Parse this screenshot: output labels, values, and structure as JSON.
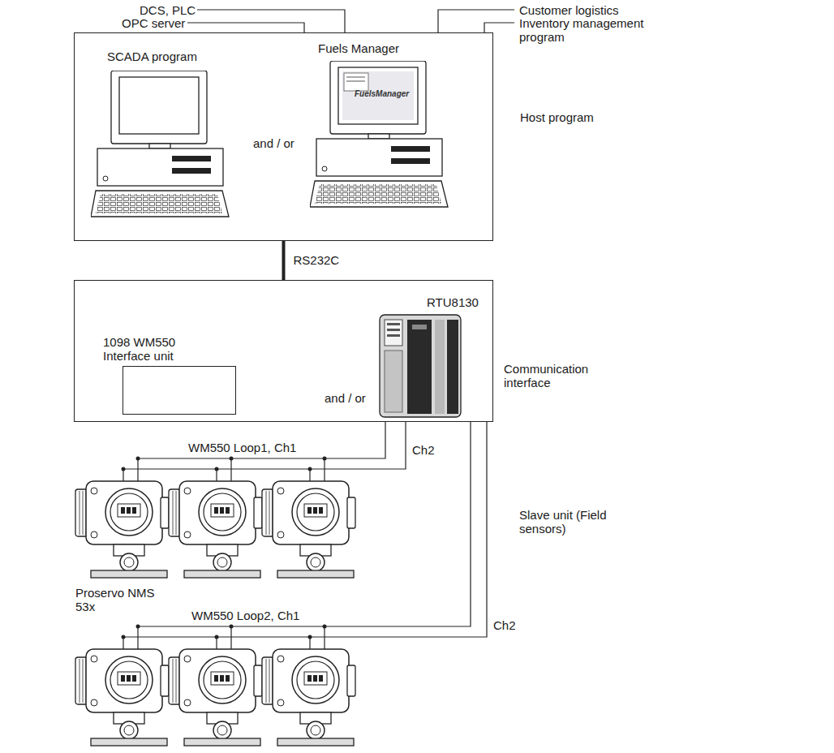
{
  "diagram": {
    "nodes": [
      {
        "text": [
          "Host program"
        ]
      },
      {
        "text": [
          "SCADA program"
        ],
        "in": 0
      },
      {
        "text": [
          "Fuels Manager"
        ],
        "in": 0
      },
      {
        "text": [
          "Communication interface"
        ]
      },
      {
        "text": [
          "1098 WM550 Interface unit"
        ],
        "in": 3
      },
      {
        "text": [
          "RTU8130"
        ],
        "in": 3
      }
    ],
    "edges": [
      {
        "from": 0,
        "to": 3,
        "arrow": "none",
        "label": "RS232C"
      }
    ],
    "labels": [
      "DCS, PLC",
      "OPC server",
      "Customer logistics",
      "Inventory management program",
      "and / or",
      "FuelsManager",
      "and / or",
      "WM550 Loop1, Ch1",
      "Ch2",
      "Proservo NMS 53x",
      "WM550 Loop2, Ch1",
      "Ch2",
      "Slave unit (Field sensors)"
    ]
  }
}
